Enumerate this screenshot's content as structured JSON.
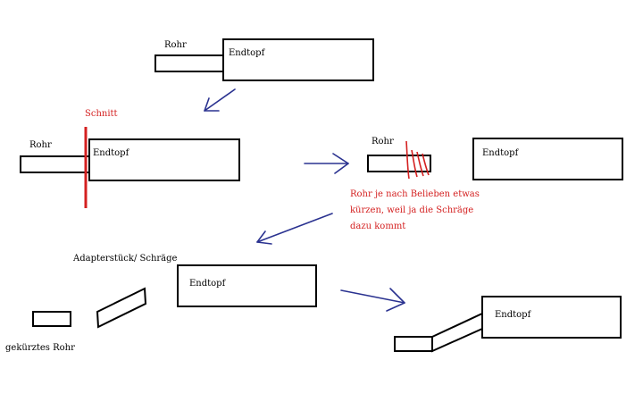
{
  "labels": {
    "rohr": "Rohr",
    "endtopf": "Endtopf",
    "schnitt": "Schnitt",
    "note_line1": "Rohr je nach Belieben etwas",
    "note_line2": "kürzen, weil ja die Schräge",
    "note_line3": "dazu kommt",
    "adapter": "Adapterstück/ Schräge",
    "gekuerzt": "gekürztes Rohr"
  },
  "colors": {
    "outline": "#000000",
    "arrow": "#2a3290",
    "cut": "#d42020",
    "background": "#ffffff"
  }
}
